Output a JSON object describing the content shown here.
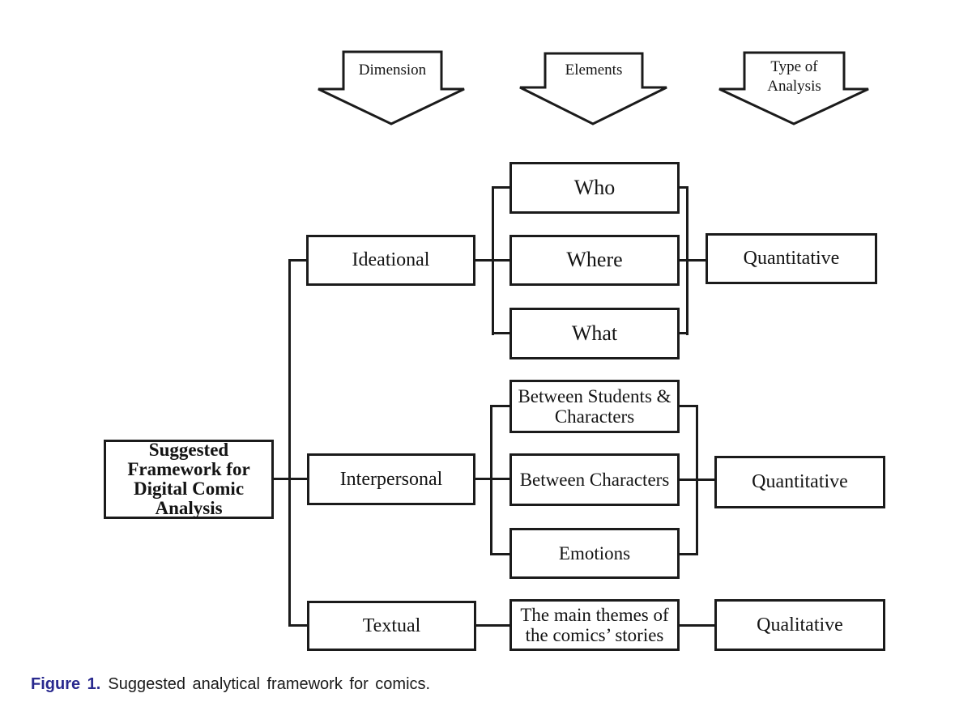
{
  "caption": {
    "label": "Figure 1.",
    "text": "Suggested analytical framework for comics."
  },
  "colors": {
    "line": "#1b1b1b",
    "box_border": "#1b1b1b",
    "caption_label": "#29298e",
    "background": "#ffffff",
    "text": "#141414"
  },
  "diagram": {
    "column_arrows": [
      {
        "name": "dimension",
        "lines": [
          "Dimension"
        ]
      },
      {
        "name": "elements",
        "lines": [
          "Elements"
        ]
      },
      {
        "name": "type-of-analysis",
        "lines": [
          "Type of",
          "Analysis"
        ]
      }
    ],
    "root": {
      "lines": [
        "Suggested",
        "Framework for",
        "Digital Comic",
        "Analysis"
      ]
    },
    "rows": [
      {
        "dimension": "Ideational",
        "elements": [
          [
            "Who"
          ],
          [
            "Where"
          ],
          [
            "What"
          ]
        ],
        "analysis": "Quantitative"
      },
      {
        "dimension": "Interpersonal",
        "elements": [
          [
            "Between Students &",
            "Characters"
          ],
          [
            "Between Characters"
          ],
          [
            "Emotions"
          ]
        ],
        "analysis": "Quantitative"
      },
      {
        "dimension": "Textual",
        "elements": [
          [
            "The main themes of",
            "the comics’ stories"
          ]
        ],
        "analysis": "Qualitative"
      }
    ]
  }
}
